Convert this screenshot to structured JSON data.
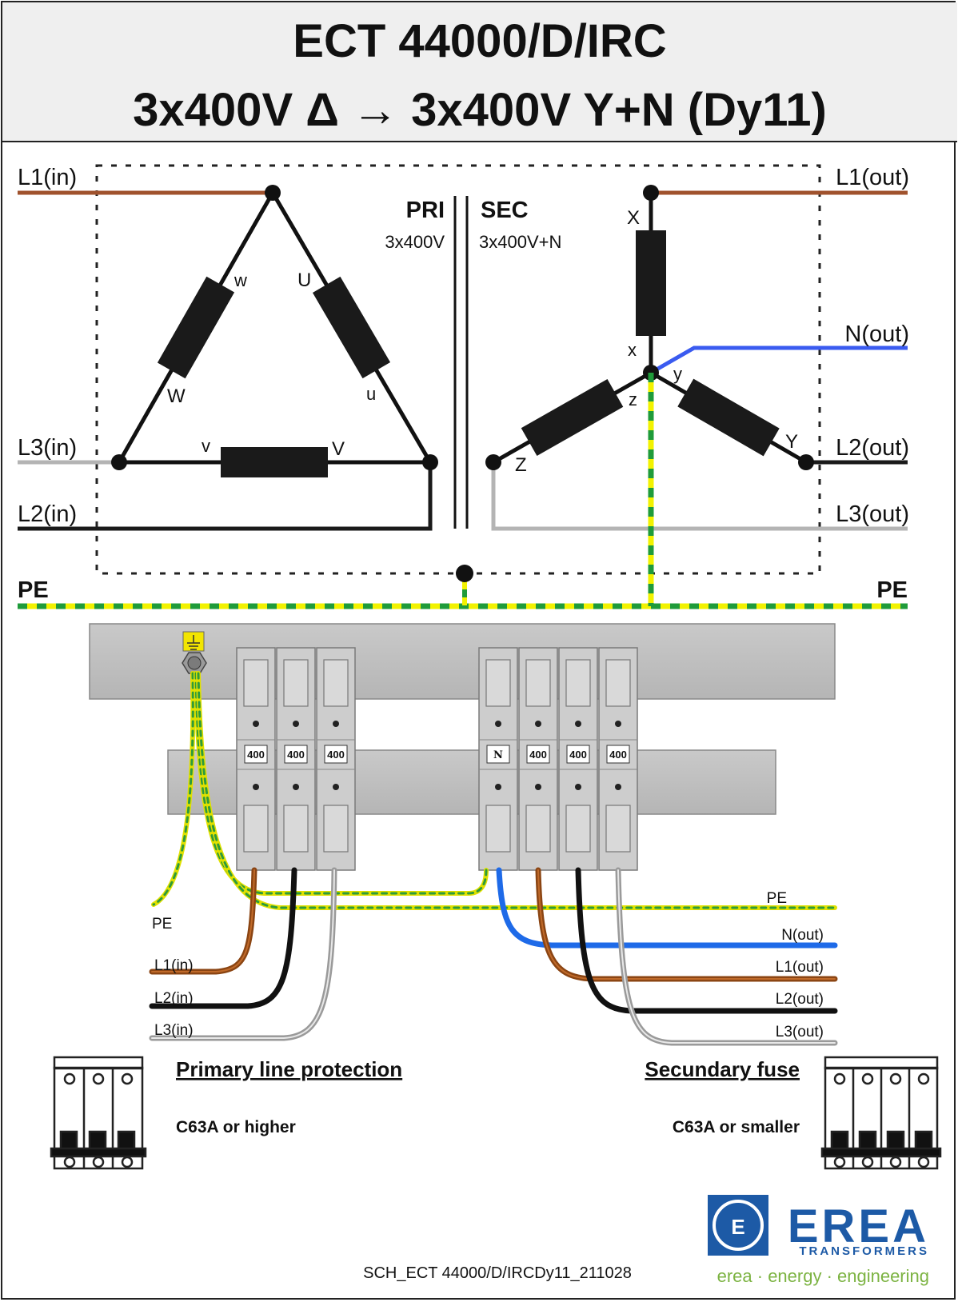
{
  "header": {
    "title_line1": "ECT 44000/D/IRC",
    "title_line2": "3x400V Δ → 3x400V Y+N  (Dy11)"
  },
  "schematic": {
    "primary_label": "PRI",
    "primary_voltage": "3x400V",
    "secondary_label": "SEC",
    "secondary_voltage": "3x400V+N",
    "inputs": {
      "l1": "L1(in)",
      "l3": "L3(in)",
      "l2": "L2(in)"
    },
    "outputs": {
      "l1": "L1(out)",
      "n": "N(out)",
      "l2": "L2(out)",
      "l3": "L3(out)"
    },
    "pe_left": "PE",
    "pe_right": "PE",
    "delta_terminals": {
      "w_lower": "w",
      "u_upper": "U",
      "w_upper": "W",
      "u_lower": "u",
      "v_lower": "v",
      "v_upper": "V"
    },
    "star_terminals": {
      "x_upper": "X",
      "x_lower": "x",
      "y_lower": "y",
      "z_lower": "z",
      "y_upper": "Y",
      "z_upper": "Z"
    }
  },
  "terminal_block": {
    "fuse_labels": [
      "400",
      "400",
      "400",
      "N",
      "400",
      "400",
      "400"
    ],
    "left_wires": [
      "PE",
      "L1(in)",
      "L2(in)",
      "L3(in)"
    ],
    "right_wires": [
      "PE",
      "N(out)",
      "L1(out)",
      "L2(out)",
      "L3(out)"
    ]
  },
  "protection": {
    "primary_title": "Primary line protection",
    "primary_rating": "C63A or higher",
    "secondary_title": "Secundary fuse",
    "secondary_rating": "C63A or smaller"
  },
  "footer": {
    "drawing_id": "SCH_ECT 44000/D/IRCDy11_211028",
    "logo_name": "EREA",
    "logo_sub": "TRANSFORMERS",
    "tagline": "erea · energy · engineering"
  },
  "colors": {
    "l1": "#a0522d",
    "l2": "#1a1a1a",
    "l3": "#b4b4b4",
    "neutral": "#3a5bf0",
    "pe_green": "#1f9b3a",
    "pe_yellow": "#f2f200",
    "brand_blue": "#1d5aa6",
    "brand_green": "#7cb342"
  }
}
